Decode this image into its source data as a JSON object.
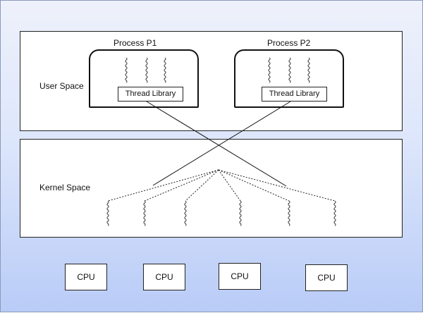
{
  "user_space": {
    "label": "User Space"
  },
  "kernel_space": {
    "label": "Kernel Space"
  },
  "process_p1": {
    "title": "Process P1",
    "library": "Thread Library"
  },
  "process_p2": {
    "title": "Process P2",
    "library": "Thread Library"
  },
  "cpus": [
    "CPU",
    "CPU",
    "CPU",
    "CPU"
  ]
}
